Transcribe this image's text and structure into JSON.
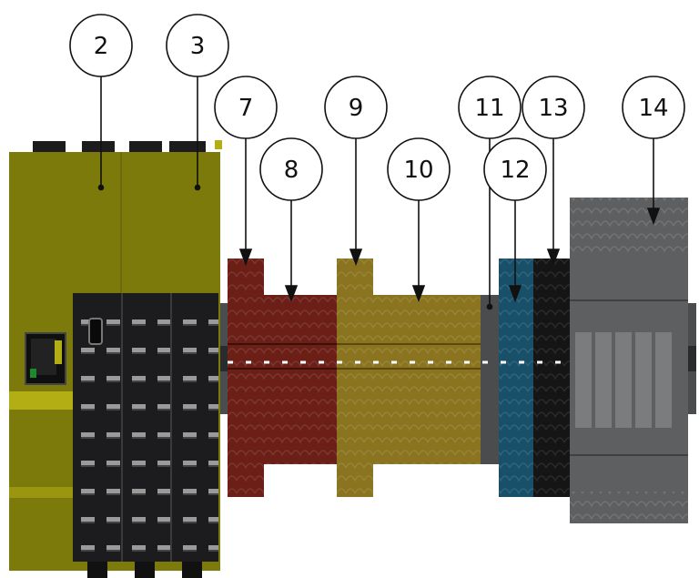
{
  "callouts": [
    {
      "id": "c2",
      "label": "2"
    },
    {
      "id": "c3",
      "label": "3"
    },
    {
      "id": "c7",
      "label": "7"
    },
    {
      "id": "c8",
      "label": "8"
    },
    {
      "id": "c9",
      "label": "9"
    },
    {
      "id": "c10",
      "label": "10"
    },
    {
      "id": "c11",
      "label": "11"
    },
    {
      "id": "c12",
      "label": "12"
    },
    {
      "id": "c13",
      "label": "13"
    },
    {
      "id": "c14",
      "label": "14"
    }
  ],
  "colors": {
    "base_unit": "#7d7a0c",
    "base_stripe": "#b3ae14",
    "connector_block": "#1c1c1f",
    "module_red": "#6b1f16",
    "module_gold": "#8a7420",
    "module_gray": "#4a4c4e",
    "module_blue": "#18506a",
    "module_black": "#151515",
    "module_light_gray": "#5d5f61",
    "rail": "#505254"
  }
}
